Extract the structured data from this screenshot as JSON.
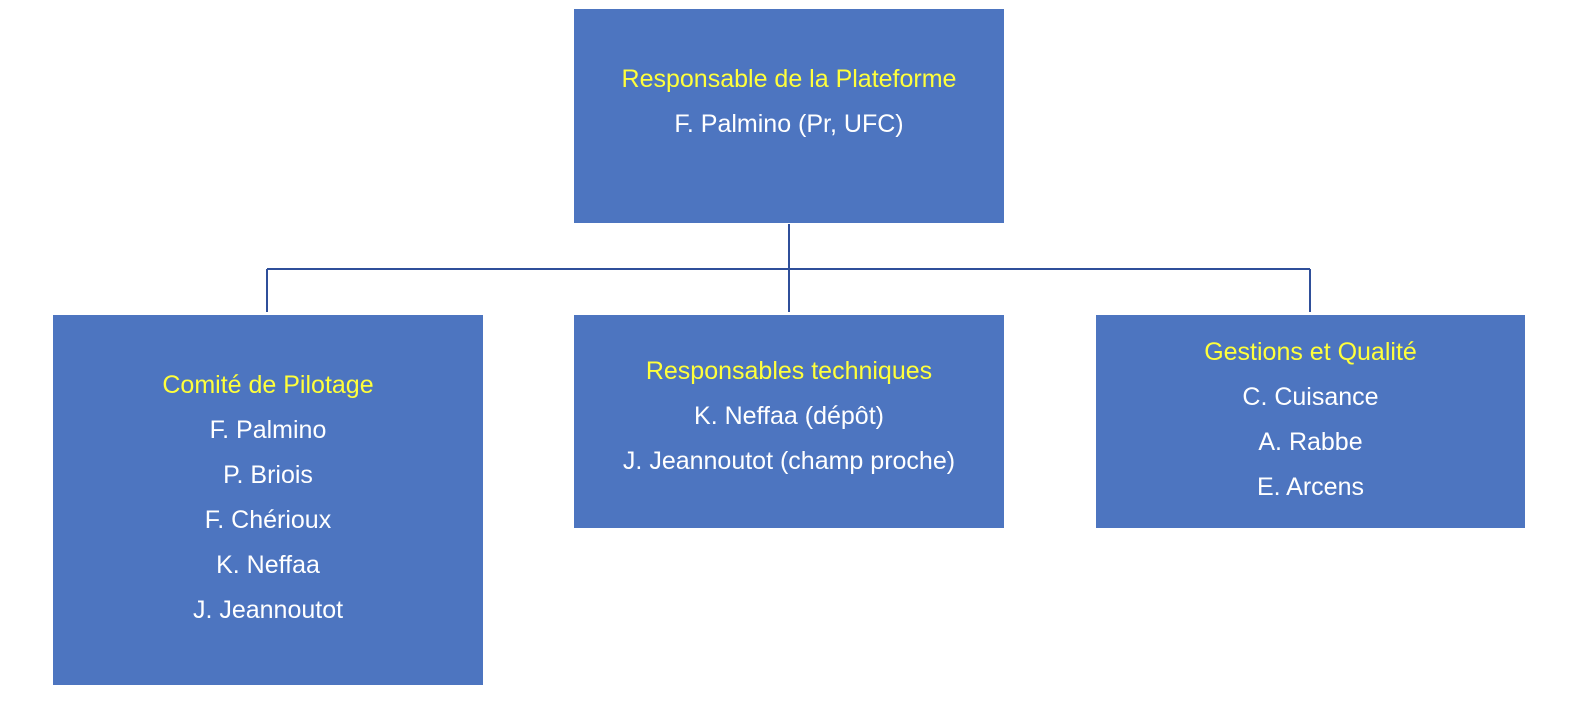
{
  "colors": {
    "box_fill": "#4D75C0",
    "title_text": "#FFFF3B",
    "member_text": "#FFFFFF",
    "connector": "#2F4F9A"
  },
  "org_chart": {
    "root": {
      "title": "Responsable de la Plateforme",
      "members": [
        "F. Palmino (Pr, UFC)"
      ]
    },
    "children": [
      {
        "title": "Comité de Pilotage",
        "members": [
          "F. Palmino",
          "P. Briois",
          "F. Chérioux",
          "K. Neffaa",
          "J. Jeannoutot"
        ]
      },
      {
        "title": "Responsables techniques",
        "members": [
          "K. Neffaa (dépôt)",
          "J. Jeannoutot (champ proche)"
        ]
      },
      {
        "title": "Gestions et Qualité",
        "members": [
          "C. Cuisance",
          "A. Rabbe",
          "E. Arcens"
        ]
      }
    ]
  }
}
